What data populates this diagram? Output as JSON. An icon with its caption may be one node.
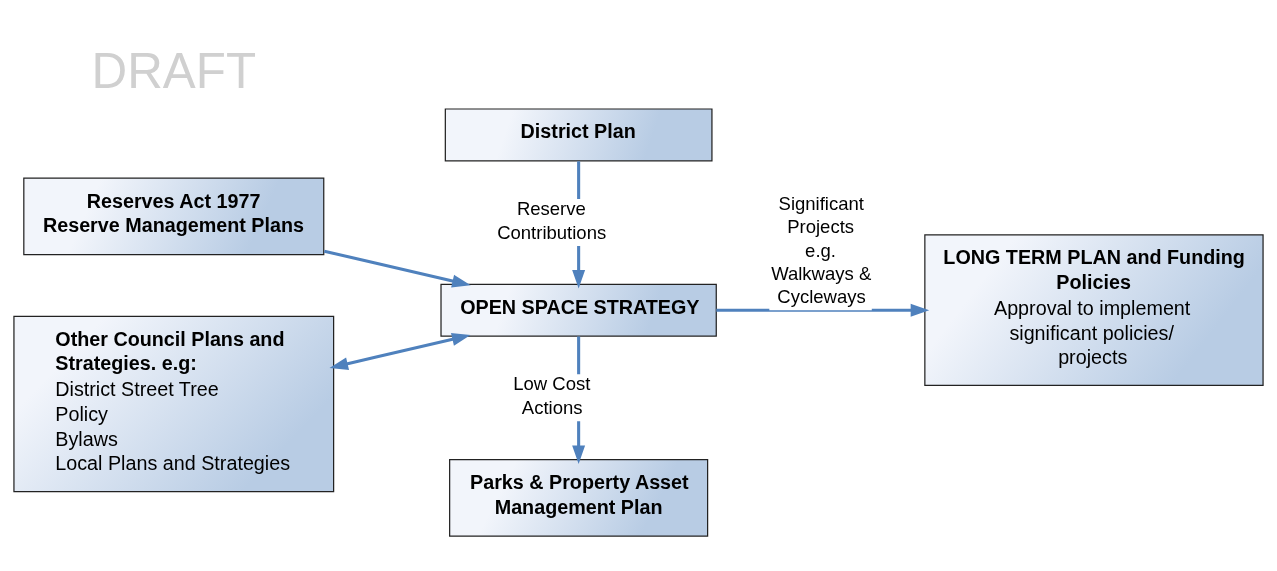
{
  "diagram": {
    "nodes": [
      {
        "text": [
          "District Plan"
        ]
      },
      {
        "text": [
          "Reserves Act 1977",
          "Reserve Management Plans"
        ]
      },
      {
        "text": [
          "OPEN SPACE STRATEGY"
        ]
      },
      {
        "text": [
          "LONG TERM PLAN and Funding Policies",
          "Approval to implement significant policies/ projects"
        ]
      },
      {
        "text": [
          "Other Council Plans and Strategies. e.g:",
          "District Street Tree Policy",
          "Bylaws",
          "Local Plans and Strategies"
        ]
      },
      {
        "text": [
          "Parks & Property Asset Management Plan"
        ]
      }
    ],
    "edges": [
      {
        "from": 0,
        "to": 2,
        "arrow": "to",
        "label": "Reserve Contributions"
      },
      {
        "from": 1,
        "to": 2,
        "arrow": "to"
      },
      {
        "from": 2,
        "to": 3,
        "arrow": "to",
        "label": "Significant Projects e.g. Walkways & Cycleways"
      },
      {
        "from": 4,
        "to": 2,
        "arrow": "both"
      },
      {
        "from": 2,
        "to": 5,
        "arrow": "to",
        "label": "Low Cost Actions"
      }
    ],
    "labels": [
      "DRAFT"
    ]
  }
}
